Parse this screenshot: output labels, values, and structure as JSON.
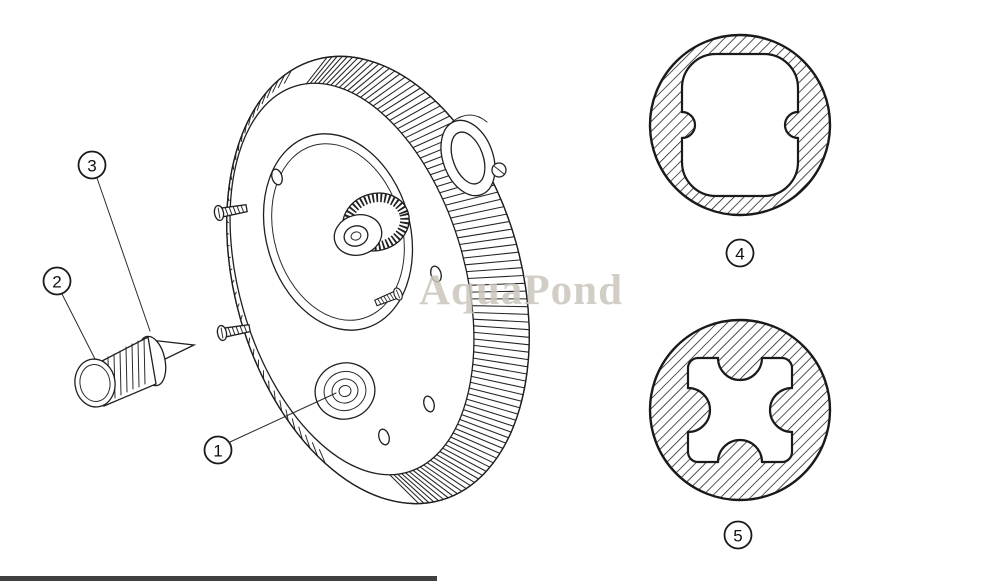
{
  "watermark": {
    "text": "AquaPond",
    "color": "#cbc6bd"
  },
  "callouts": {
    "c1": {
      "label": "1"
    },
    "c2": {
      "label": "2"
    },
    "c3": {
      "label": "3"
    },
    "c4": {
      "label": "4"
    },
    "c5": {
      "label": "5"
    }
  },
  "colors": {
    "line": "#1f1f1f",
    "background": "#ffffff",
    "watermark": "#cbc6bd",
    "bottom_bar": "#3f3f3f"
  }
}
